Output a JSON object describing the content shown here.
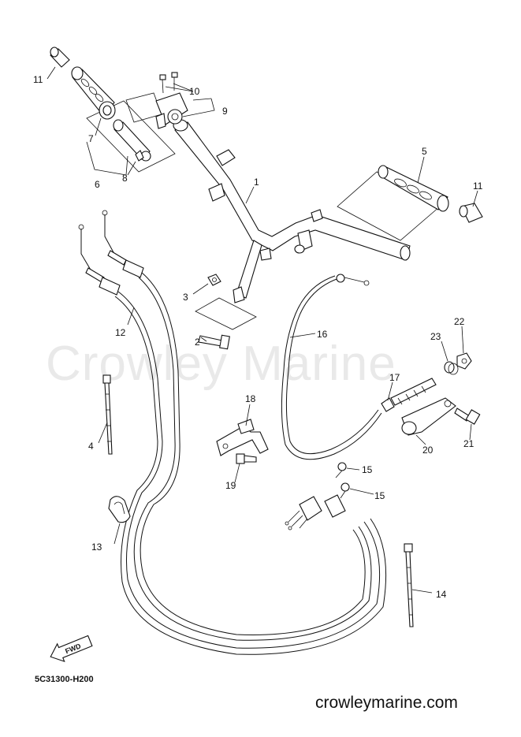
{
  "watermark": "Crowley Marine",
  "diagram_code": "5C31300-H200",
  "site_url": "crowleymarine.com",
  "fwd_label": "FWD",
  "callouts": {
    "c1": "1",
    "c2": "2",
    "c3": "3",
    "c4": "4",
    "c5": "5",
    "c6": "6",
    "c7": "7",
    "c8": "8",
    "c9": "9",
    "c10": "10",
    "c11a": "11",
    "c11b": "11",
    "c12": "12",
    "c13": "13",
    "c14": "14",
    "c15a": "15",
    "c15b": "15",
    "c16": "16",
    "c17": "17",
    "c18": "18",
    "c19": "19",
    "c20": "20",
    "c21": "21",
    "c22": "22",
    "c23": "23"
  }
}
